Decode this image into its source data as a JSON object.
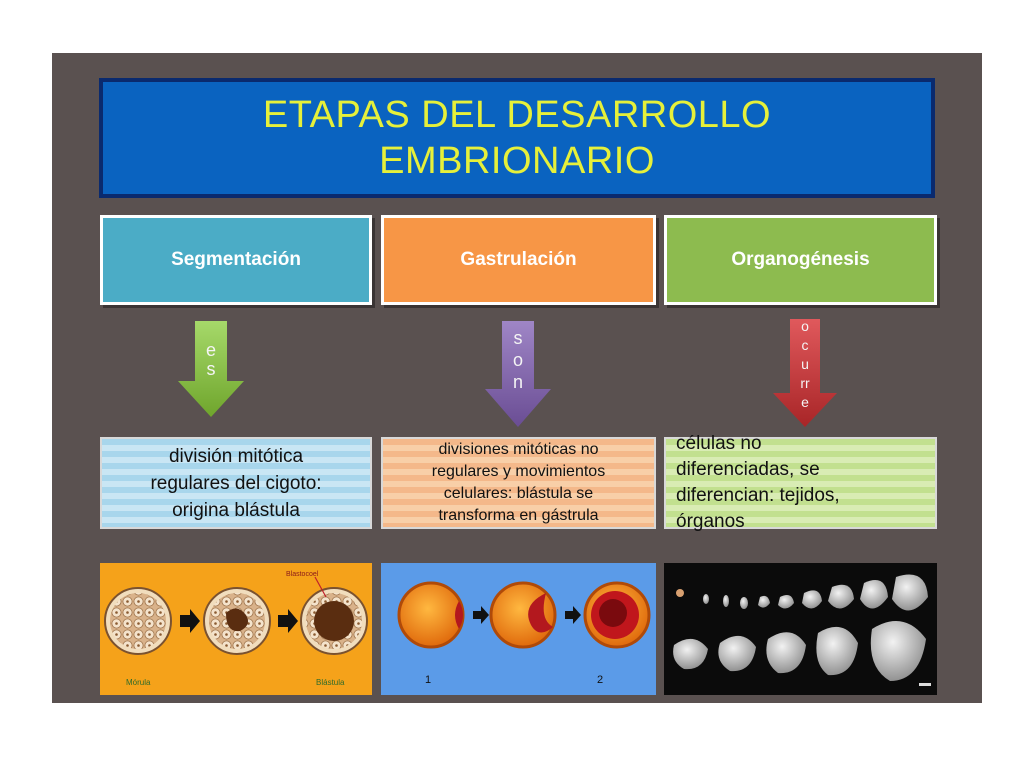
{
  "title": {
    "line1": "ETAPAS DEL DESARROLLO",
    "line2": "EMBRIONARIO"
  },
  "stages": [
    {
      "label": "Segmentación",
      "color": "#4bacc6"
    },
    {
      "label": "Gastrulación",
      "color": "#f79646"
    },
    {
      "label": "Organogénesis",
      "color": "#8dbb4f"
    }
  ],
  "connectors": [
    {
      "letters": [
        "e",
        "s"
      ],
      "color": "#8cc63f"
    },
    {
      "letters": [
        "s",
        "o",
        "n"
      ],
      "color": "#8064a2"
    },
    {
      "letters": [
        "o",
        "c",
        "u",
        "rr",
        "e"
      ],
      "color": "#c0383c"
    }
  ],
  "descriptions": [
    {
      "lines": [
        "división mitótica",
        "regulares del cigoto:",
        "origina blástula"
      ]
    },
    {
      "lines": [
        "divisiones mitóticas no",
        "regulares y movimientos",
        "celulares: blástula se",
        "transforma en gástrula"
      ]
    },
    {
      "lines": [
        "células no",
        "diferenciadas, se",
        "diferencian: tejidos,",
        "órganos"
      ]
    }
  ],
  "images": {
    "segmentation": {
      "labels": {
        "left": "Mórula",
        "blastocoel": "Blastocoel",
        "right": "Blástula"
      }
    },
    "gastrulation": {
      "labels": {
        "left": "1",
        "right": "2"
      }
    }
  }
}
